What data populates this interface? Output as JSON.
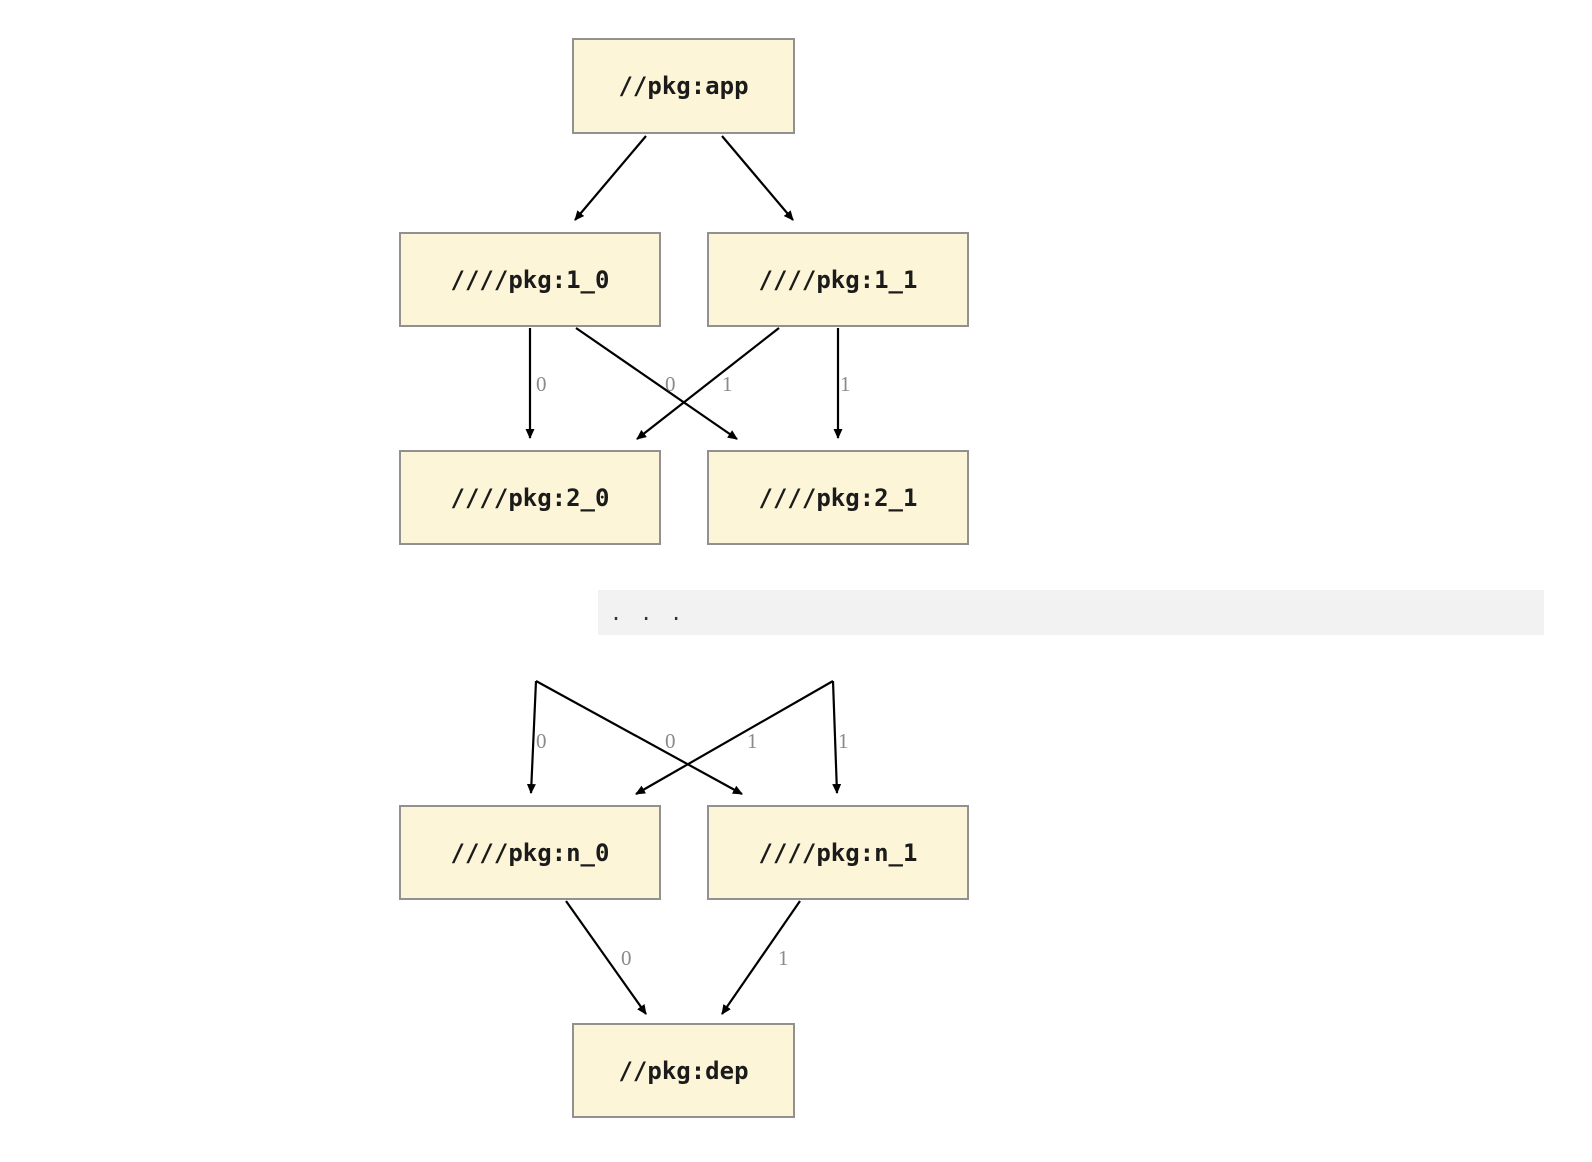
{
  "diagram": {
    "nodes": {
      "app": {
        "label": "//pkg:app"
      },
      "l1_0": {
        "label": "////pkg:1_0"
      },
      "l1_1": {
        "label": "////pkg:1_1"
      },
      "l2_0": {
        "label": "////pkg:2_0"
      },
      "l2_1": {
        "label": "////pkg:2_1"
      },
      "ln_0": {
        "label": "////pkg:n_0"
      },
      "ln_1": {
        "label": "////pkg:n_1"
      },
      "dep": {
        "label": "//pkg:dep"
      }
    },
    "ellipsis": ". . .",
    "edge_labels": {
      "l1_0_to_l2_0": "0",
      "l1_1_to_l2_0": "0",
      "l1_0_to_l2_1": "1",
      "l1_1_to_l2_1": "1",
      "upper_to_ln_0": "0",
      "cross_to_ln_0": "0",
      "cross_to_ln_1": "1",
      "upper_to_ln_1": "1",
      "ln_0_to_dep": "0",
      "ln_1_to_dep": "1"
    },
    "colors": {
      "node_fill": "#fcf5d8",
      "node_border": "#919191",
      "edge": "#000000",
      "edge_label": "#8a8a8a",
      "ellipsis_band": "#f2f2f2"
    }
  }
}
